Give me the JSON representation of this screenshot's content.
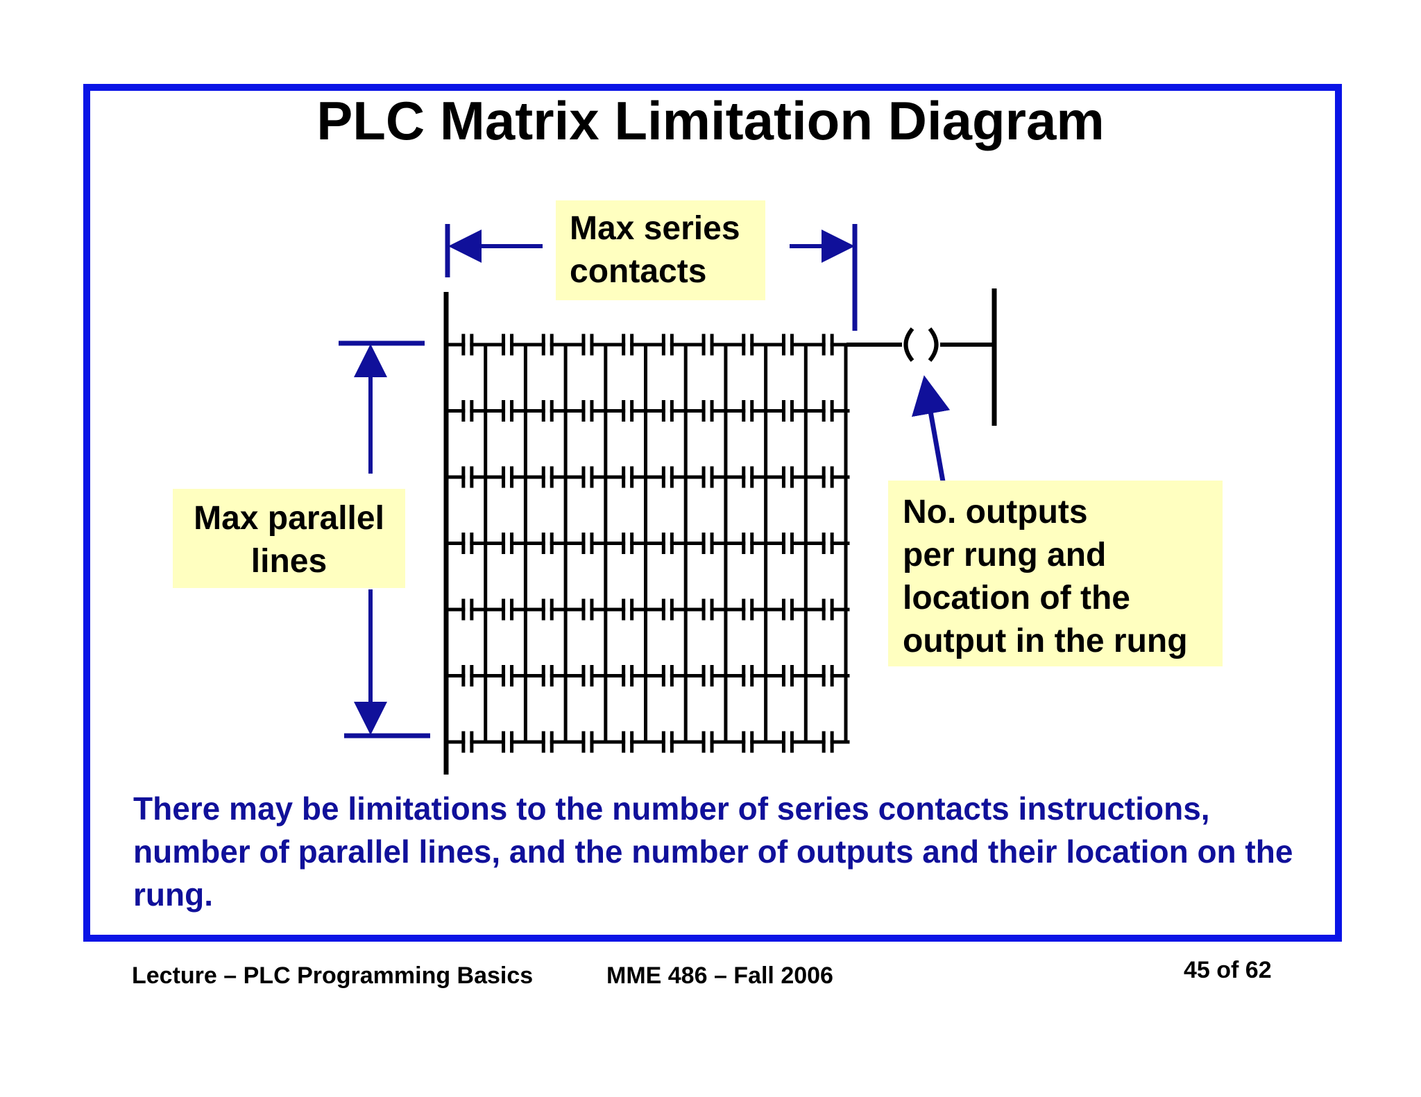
{
  "slide": {
    "title": "PLC Matrix Limitation Diagram",
    "frame_color": "#0a14e6"
  },
  "labels": {
    "max_series": "Max series\ncontacts",
    "max_parallel": "Max parallel\nlines",
    "outputs": "No. outputs\nper rung and\nlocation of the\noutput in the rung"
  },
  "summary": "There may be limitations to the number of series  contacts instructions, number of parallel lines, and the number of outputs and their location on the rung.",
  "footer": {
    "lecture": "Lecture – PLC Programming Basics",
    "course": "MME 486 – Fall 2006",
    "page": "45 of 62"
  },
  "colors": {
    "annotation": "#10109a",
    "note_background": "#ffffc0",
    "ladder": "#000000"
  },
  "icons": {
    "output": "coil-icon",
    "contact": "normally-open-contact-icon"
  },
  "ladder": {
    "series_contacts": 10,
    "parallel_lines": 7,
    "outputs": 1
  }
}
